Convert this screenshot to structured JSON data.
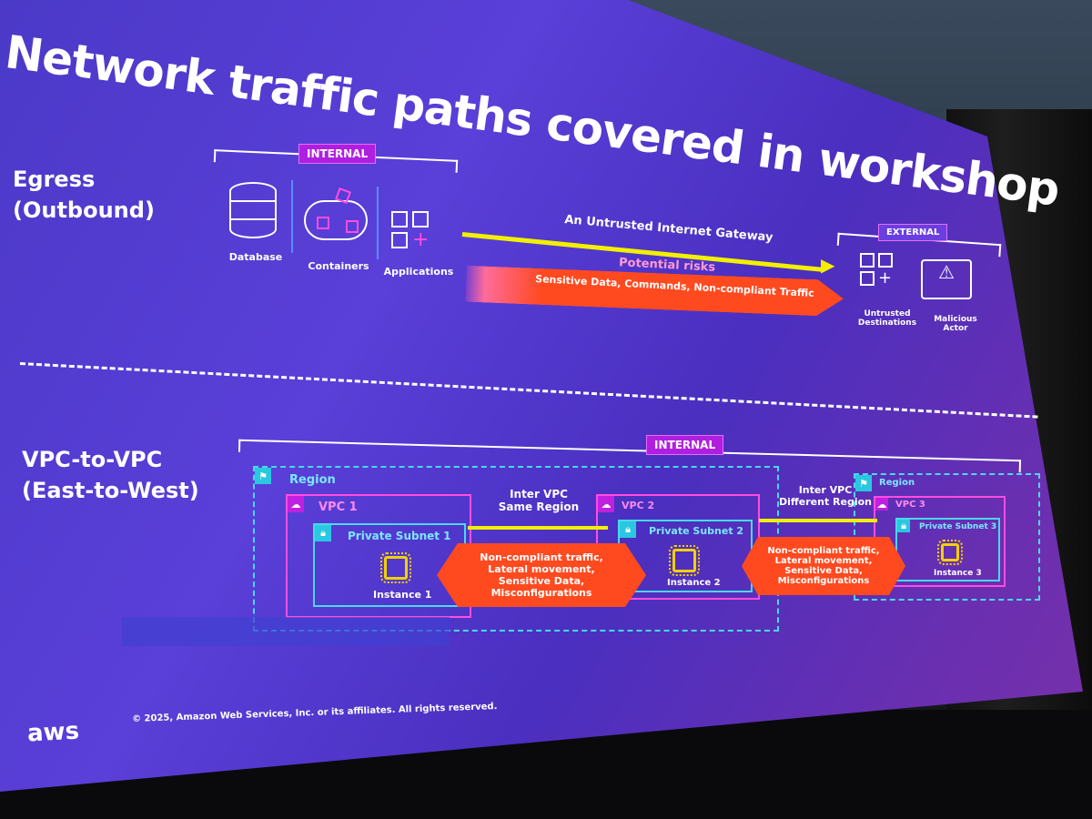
{
  "title": "Network traffic paths covered in workshop",
  "egress": {
    "label_line1": "Egress",
    "label_line2": "(Outbound)",
    "internal_tag": "INTERNAL",
    "external_tag": "EXTERNAL",
    "internal_items": [
      "Database",
      "Containers",
      "Applications"
    ],
    "gateway_label": "An Untrusted Internet Gateway",
    "risk_title": "Potential risks",
    "risk_detail": "Sensitive Data, Commands, Non-compliant Traffic",
    "external_items": [
      "Untrusted Destinations",
      "Malicious Actor"
    ]
  },
  "vpc": {
    "label_line1": "VPC-to-VPC",
    "label_line2": "(East-to-West)",
    "internal_tag": "INTERNAL",
    "region_label": "Region",
    "vpcs": [
      {
        "name": "VPC 1",
        "subnet": "Private Subnet 1",
        "instance": "Instance 1"
      },
      {
        "name": "VPC 2",
        "subnet": "Private Subnet 2",
        "instance": "Instance 2"
      },
      {
        "name": "VPC 3",
        "subnet": "Private Subnet 3",
        "instance": "Instance 3"
      }
    ],
    "link_same": "Inter VPC Same Region",
    "link_diff": "Inter VPC Different Region",
    "risk_text": "Non-compliant traffic, Lateral movement, Sensitive Data, Misconfigurations"
  },
  "footer": {
    "logo": "aws",
    "copyright": "© 2025, Amazon Web Services, Inc. or its affiliates. All rights reserved."
  },
  "colors": {
    "slide": "#5a3fd8",
    "yellow": "#f2f000",
    "risk": "#ff4a20",
    "vpc": "#ff4ce0",
    "region": "#4ad8f0"
  }
}
